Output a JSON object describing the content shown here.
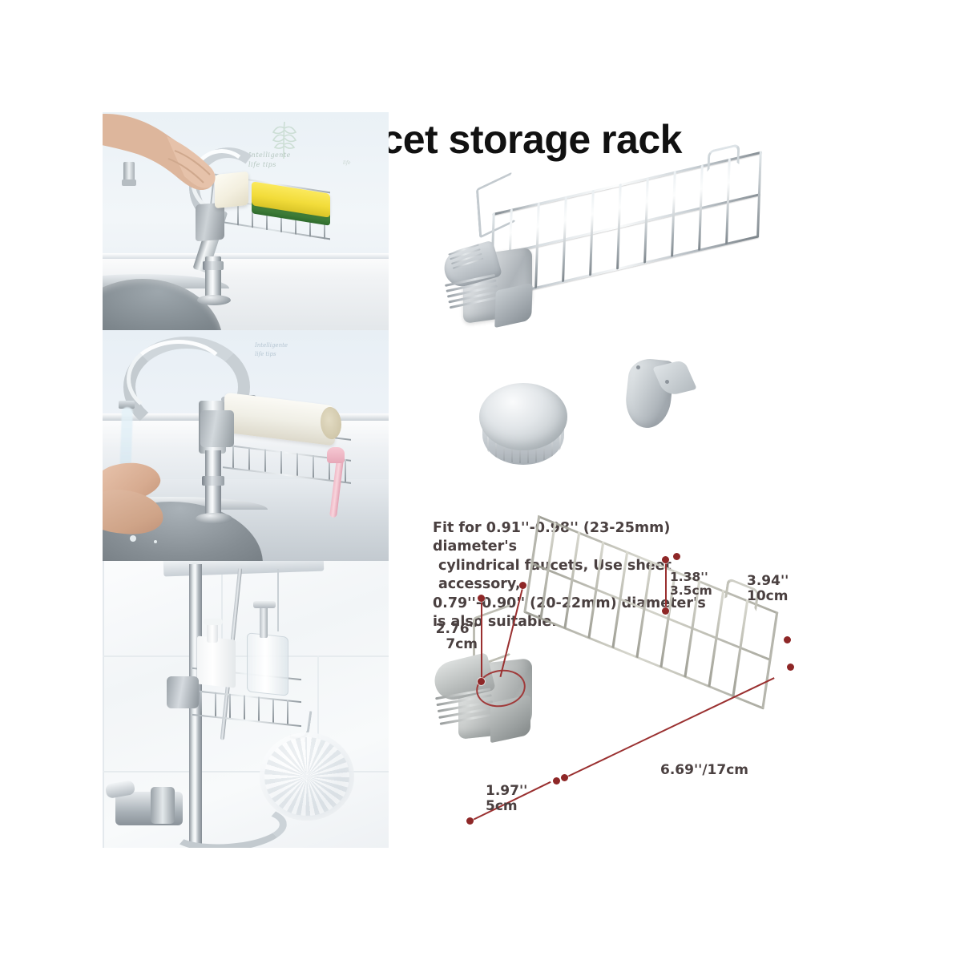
{
  "title": "Faucet storage rack",
  "spec": {
    "line1": "Fit for 0.91''-0.98'' (23-25mm) diameter's",
    "line2": "cylindrical faucets, Use sheet accessory,",
    "line3": "0.79''-0.90'' (20-22mm) diameter's",
    "line4": "is also suitable."
  },
  "dimensions": {
    "height_depth": "2.76''\n7cm",
    "rail_height": "1.38''\n3.5cm",
    "width": "3.94''\n10cm",
    "length": "6.69''/17cm",
    "clamp_depth": "1.97''\n5cm"
  },
  "photos": {
    "photo1": "kitchen faucet with white soap bar and yellow sponge on rack",
    "photo2": "running faucet, hands washing, rolled towel and pink brush on rack",
    "photo3": "shower pole with rack holding soap dispensers and hanging loofah"
  },
  "product": {
    "hero": "chrome wire storage basket with gray clamp",
    "part_knob": "gray ribbed adjusting knob",
    "part_sheet": "gray curved sheet accessory"
  },
  "colors": {
    "title": "#111111",
    "text": "#4a4040",
    "marker": "#8e2727",
    "chrome": "#c8cfd4",
    "sponge_yellow": "#f2dc3a",
    "brush_pink": "#f0b9c6"
  }
}
